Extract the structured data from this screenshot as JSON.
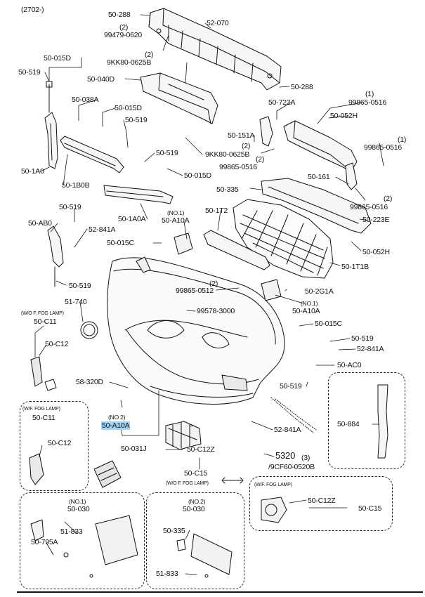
{
  "diagram_code": "(2702-)",
  "labels": {
    "p50_288_a": "50-288",
    "p52_070": "52-070",
    "q2_a": "(2)",
    "p99479_0620": "99479-0620",
    "p50_015D_a": "50-015D",
    "q2_b": "(2)",
    "p9KK80_0625B_a": "9KK80-0625B",
    "p50_519_a": "50-519",
    "p50_040D": "50-040D",
    "p50_288_b": "50-288",
    "p50_038A": "50-038A",
    "p50_015D_b": "50-015D",
    "p50_722A": "50-722A",
    "q1_a": "(1)",
    "p99865_0516_a": "99865-0516",
    "p50_052H_a": "50-052H",
    "p50_519_b": "50-519",
    "p50_151A": "50-151A",
    "q1_b": "(1)",
    "p99865_0516_b": "99865-0516",
    "q2_c": "(2)",
    "p9KK80_0625B_b": "9KK80-0625B",
    "q2_d": "(2)",
    "p99865_0516_c": "99865-0516",
    "p50_519_c": "50-519",
    "p50_1A0": "50-1A0",
    "p50_1B0B": "50-1B0B",
    "p50_015D_c": "50-015D",
    "p50_161": "50-161",
    "p50_335_a": "50-335",
    "q2_e": "(2)",
    "p99865_0516_d": "99865-0516",
    "p50_519_d": "50-519",
    "p50_1A0A": "50-1A0A",
    "no1_a": "(NO.1)",
    "p50_A10A_a": "50-A10A",
    "p50_1T2": "50-1T2",
    "p50_223E": "50-223E",
    "p50_AB0": "50-AB0",
    "p52_841A_a": "52-841A",
    "p50_015C_a": "50-015C",
    "p50_052H_b": "50-052H",
    "p50_1T1B": "50-1T1B",
    "p50_519_e": "50-519",
    "q2_f": "(2)",
    "p99865_0512": "99865-0512",
    "p50_2G1A": "50-2G1A",
    "p51_740": "51-740",
    "no1_b": "(NO.1)",
    "p50_A10A_b": "50-A10A",
    "wf_fog_a": "(W/O F. FOG LAMP)",
    "p99578_3000": "99578-3000",
    "p50_C11_a": "50-C11",
    "p50_015C_b": "50-015C",
    "p50_C12_a": "50-C12",
    "p50_519_f": "50-519",
    "p52_841A_b": "52-841A",
    "p50_AC0": "50-AC0",
    "p58_320D": "58-320D",
    "p50_519_g": "50-519",
    "wf_fog_b": "(W/F. FOG LAMP)",
    "no2_a": "(NO 2)",
    "p50_A10A_c": "50-A10A",
    "p50_C11_b": "50-C11",
    "p50_884": "50-884",
    "p52_841A_c": "52-841A",
    "p50_C12_b": "50-C12",
    "p50_031J": "50-031J",
    "p50_C12Z_a": "50-C12Z",
    "p5320": "5320",
    "q3": "(3)",
    "p9CF60_0520B": "/9CF60-0520B",
    "p50_C15_a": "50-C15",
    "wof_fog": "(W/O F. FOG LAMP)",
    "wf_fog_c": "(W/F. FOG LAMP)",
    "no1_c": "(NO.1)",
    "p50_030_a": "50-030",
    "no2_b": "(NO.2)",
    "p50_030_b": "50-030",
    "p50_C12Z_b": "50-C12Z",
    "p50_C15_b": "50-C15",
    "p51_833_a": "51-833",
    "p50_335_b": "50-335",
    "p50_795A": "50-795A",
    "p51_833_b": "51-833"
  },
  "highlight": {
    "color": "#9fd4f3"
  }
}
